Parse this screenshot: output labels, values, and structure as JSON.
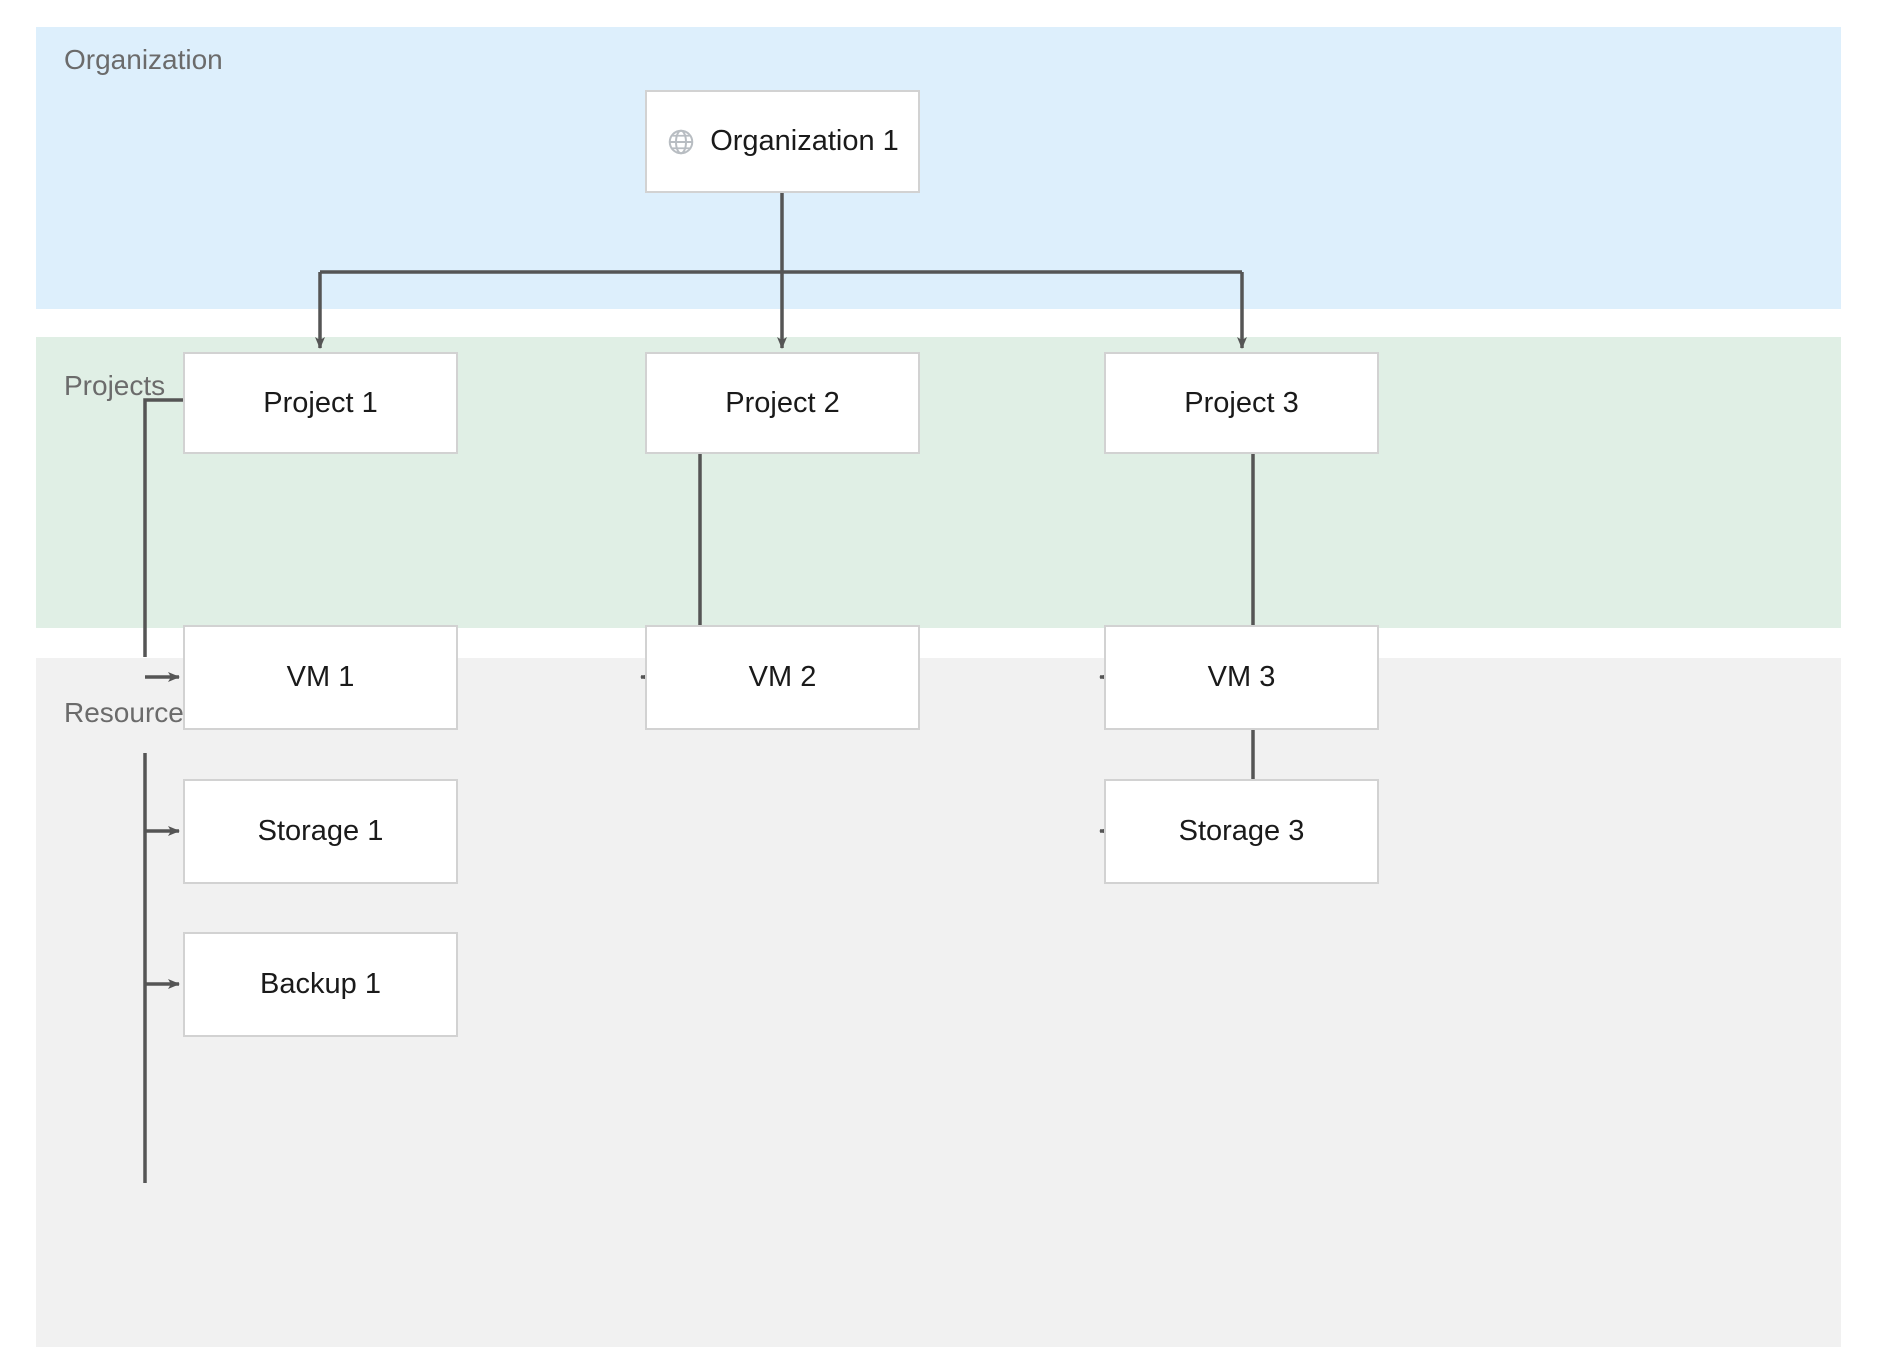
{
  "diagram": {
    "bands": [
      {
        "id": "organization",
        "label": "Organization",
        "color": "#ddeffc"
      },
      {
        "id": "projects",
        "label": "Projects",
        "color": "#e0efe5"
      },
      {
        "id": "resources",
        "label": "Resources",
        "color": "#f1f1f1"
      }
    ],
    "organization": {
      "label": "Organization 1",
      "icon": "globe-icon"
    },
    "projects": [
      {
        "id": "project-1",
        "label": "Project 1"
      },
      {
        "id": "project-2",
        "label": "Project 2"
      },
      {
        "id": "project-3",
        "label": "Project 3"
      }
    ],
    "resources": [
      {
        "id": "vm-1",
        "label": "VM 1",
        "parent": "project-1"
      },
      {
        "id": "storage-1",
        "label": "Storage 1",
        "parent": "project-1"
      },
      {
        "id": "backup-1",
        "label": "Backup 1",
        "parent": "project-1"
      },
      {
        "id": "vm-2",
        "label": "VM 2",
        "parent": "project-2"
      },
      {
        "id": "vm-3",
        "label": "VM 3",
        "parent": "project-3"
      },
      {
        "id": "storage-3",
        "label": "Storage 3",
        "parent": "project-3"
      }
    ],
    "edges": [
      {
        "from": "organization",
        "to": "project-1"
      },
      {
        "from": "organization",
        "to": "project-2"
      },
      {
        "from": "organization",
        "to": "project-3"
      },
      {
        "from": "project-1",
        "to": "vm-1"
      },
      {
        "from": "project-1",
        "to": "storage-1"
      },
      {
        "from": "project-1",
        "to": "backup-1"
      },
      {
        "from": "project-2",
        "to": "vm-2"
      },
      {
        "from": "project-3",
        "to": "vm-3"
      },
      {
        "from": "project-3",
        "to": "storage-3"
      }
    ],
    "colors": {
      "connector": "#555555",
      "node_border": "#d2d2d2",
      "node_fill": "#ffffff",
      "band_label_text": "#6b6b6b",
      "node_text": "#1a1a1a"
    }
  }
}
